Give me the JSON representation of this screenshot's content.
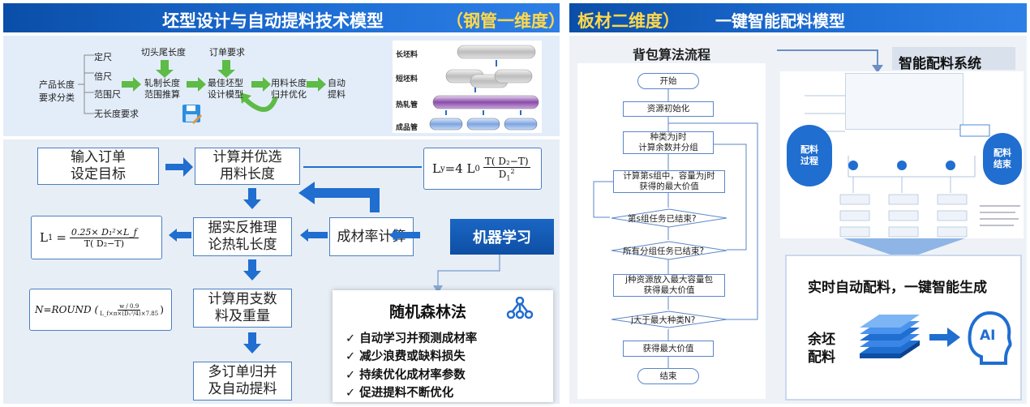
{
  "left_header": {
    "title": "坯型设计与自动提料技术模型",
    "subtitle": "（钢管一维度）"
  },
  "right_header": {
    "title_a": "板材二维度）",
    "title_b": "一键智能配料模型"
  },
  "top_flow": {
    "category_title": [
      "产品长度",
      "要求分类"
    ],
    "categories": [
      "定尺",
      "倍尺",
      "范围尺",
      "无长度要求"
    ],
    "inputs": [
      "切头尾长度",
      "订单要求"
    ],
    "steps": [
      [
        "轧制长度",
        "范围推算"
      ],
      [
        "最佳坯型",
        "设计模型"
      ],
      [
        "用料长度",
        "归并优化"
      ],
      [
        "自动",
        "提料"
      ]
    ]
  },
  "pipe_labels": [
    "长坯料",
    "短坯料",
    "热轧管",
    "成品管"
  ],
  "main_flow": {
    "input_order": [
      "输入订单",
      "设定目标"
    ],
    "calc_optimize": [
      "计算并优选",
      "用料长度"
    ],
    "back_infer": [
      "据实反推理",
      "论热轧长度"
    ],
    "yield_calc": "成材率计算",
    "machine_learning": "机器学习",
    "calc_weight": [
      "计算用支数",
      "料及重量"
    ],
    "merge": [
      "多订单归并",
      "及自动提料"
    ]
  },
  "formulas": {
    "ly": {
      "lhs": "L",
      "lhs_sub": "y",
      "mid": "=4 L",
      "mid_sub": "0",
      "num": "T( D₂−T)",
      "den": "D",
      "den_sub": "1",
      "den_sup": "2"
    },
    "l1": {
      "lhs": "L",
      "lhs_sub": "1",
      "eq": "=",
      "num": "0.25× D₁²×L_f",
      "den": "T( D₂−T)"
    },
    "n": {
      "lhs": "N=ROUND (",
      "num": "w / 0.9",
      "den": "L_f×π×(D₁²/4)×7.85",
      "rhs": ")"
    }
  },
  "random_forest": {
    "title": "随机森林法",
    "items": [
      "自动学习并预测成材率",
      "减少浪费或缺料损失",
      "持续优化成材率参数",
      "促进提料不断优化"
    ]
  },
  "knapsack": {
    "title": "背包算法流程",
    "nodes": [
      "开始",
      "资源初始化",
      "种类为j时\n计算余数并分组",
      "计算第s组中，容量为j时\n获得的最大价值",
      "第s组任务已结束?",
      "所有分组任务已结束?",
      "j种资源放入最大容量包\n获得最大价值",
      "j大于最大种类N?",
      "获得最大价值",
      "结束"
    ]
  },
  "smart_system": {
    "title": "智能配料系统",
    "left_circle": [
      "配料",
      "过程"
    ],
    "right_circle": [
      "配料",
      "结束"
    ],
    "realtime": "实时自动配料，一键智能生成",
    "slab": [
      "余坯",
      "配料"
    ],
    "ai": "AI"
  },
  "colors": {
    "primary": "#1f6ed0",
    "accent": "#ffd84a",
    "green": "#5dbb46"
  }
}
